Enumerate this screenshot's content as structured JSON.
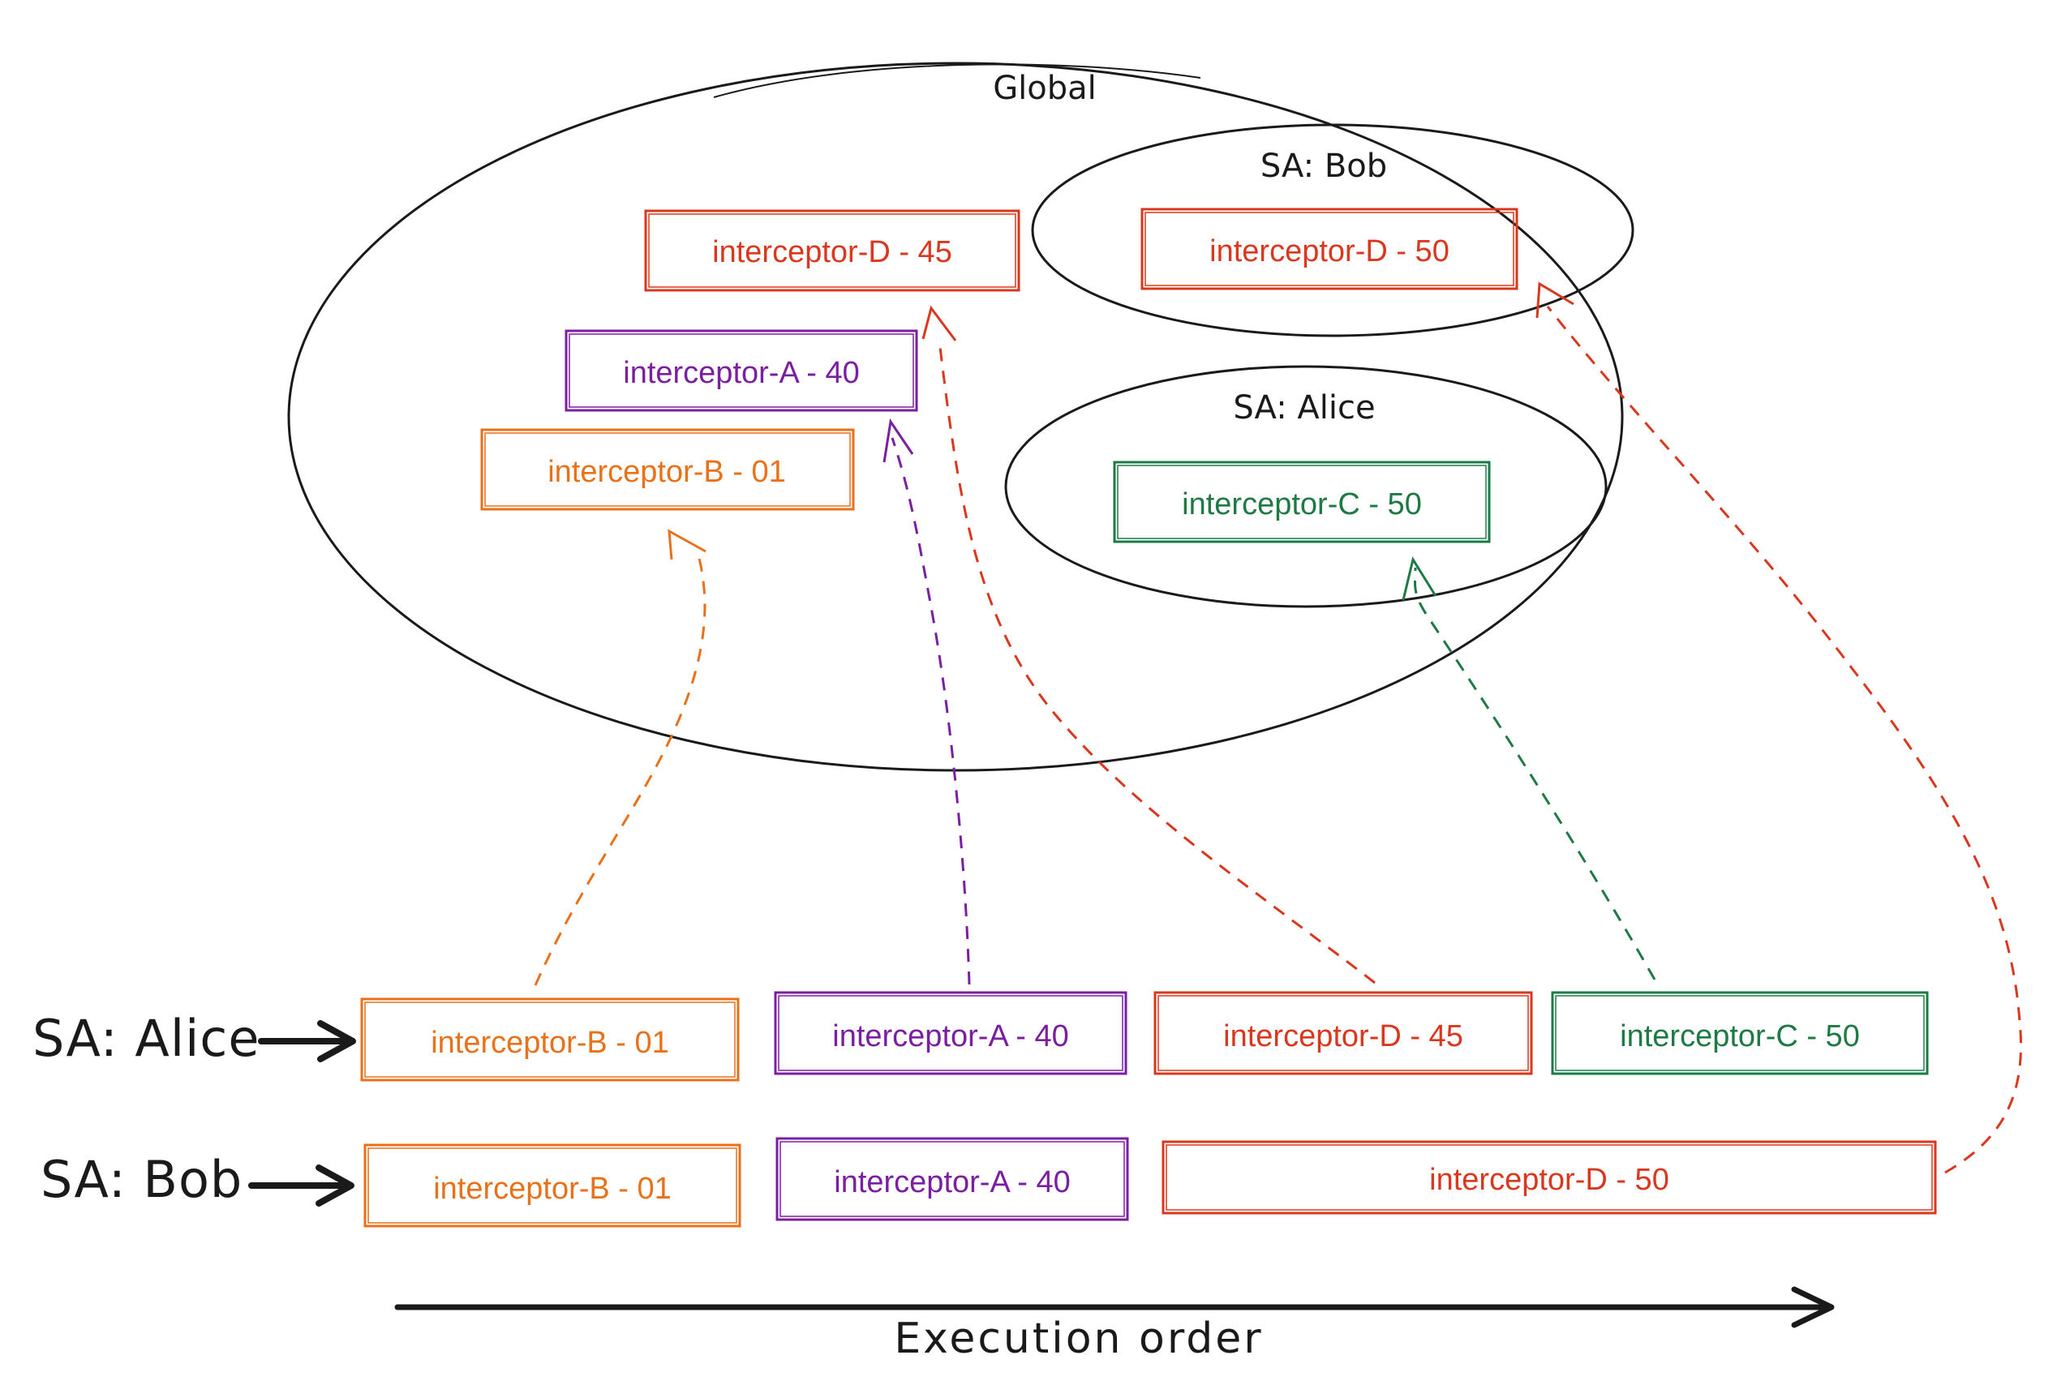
{
  "colors": {
    "orange": "#e8711a",
    "purple": "#7b1fa2",
    "red": "#d9381e",
    "green": "#1e7a45",
    "ink": "#1a1a1a"
  },
  "regions": {
    "global": "Global",
    "bob": "SA: Bob",
    "alice": "SA: Alice"
  },
  "scoped_boxes": {
    "global_d45": "interceptor-D - 45",
    "global_a40": "interceptor-A - 40",
    "global_b01": "interceptor-B - 01",
    "bob_d50": "interceptor-D - 50",
    "alice_c50": "interceptor-C - 50"
  },
  "rows": {
    "alice": {
      "label": "SA: Alice",
      "items": [
        "interceptor-B - 01",
        "interceptor-A - 40",
        "interceptor-D - 45",
        "interceptor-C - 50"
      ]
    },
    "bob": {
      "label": "SA: Bob",
      "items": [
        "interceptor-B - 01",
        "interceptor-A - 40",
        "interceptor-D - 50"
      ]
    }
  },
  "axis": {
    "label": "Execution order"
  }
}
